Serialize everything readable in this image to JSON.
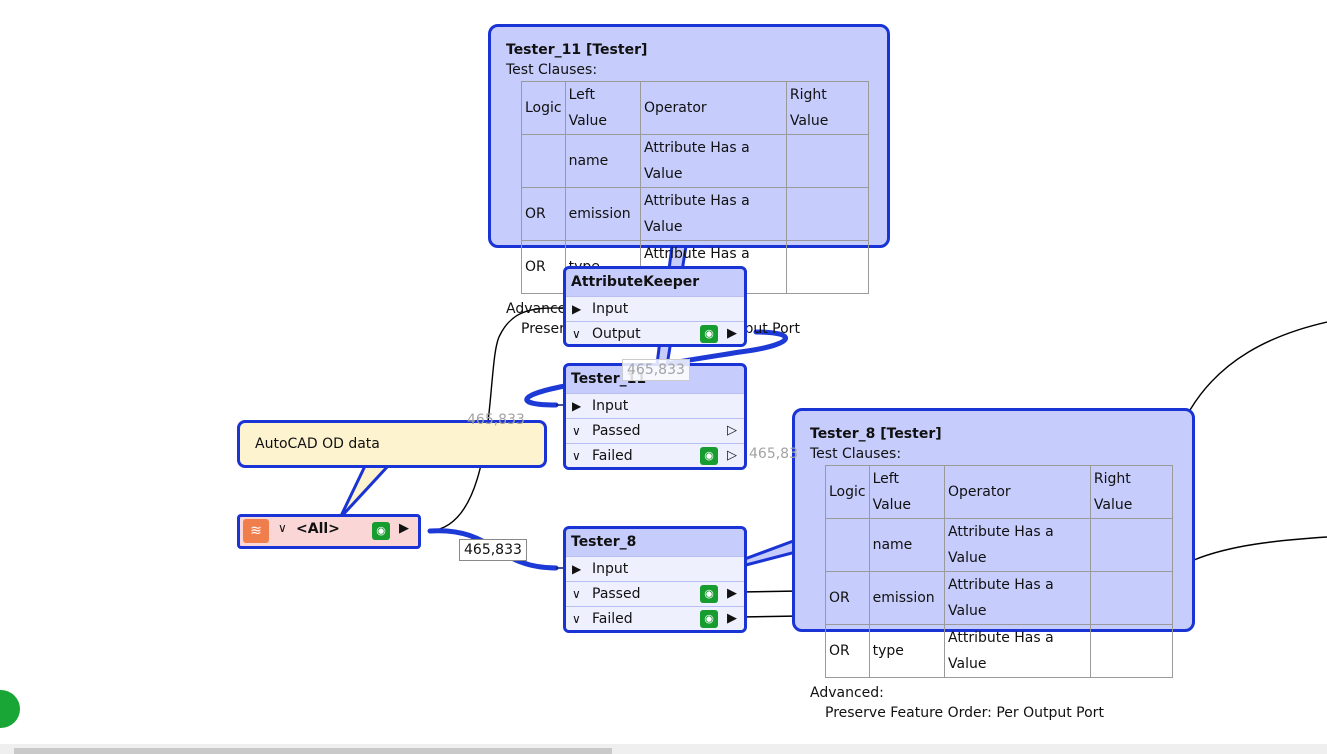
{
  "tester11_annotation": {
    "title": "Tester_11 [Tester]",
    "clauses_label": "Test Clauses:",
    "columns": [
      "Logic",
      "Left Value",
      "Operator",
      "Right Value"
    ],
    "rows": [
      [
        "",
        "name",
        "Attribute Has a Value",
        ""
      ],
      [
        "OR",
        "emission",
        "Attribute Has a Value",
        ""
      ],
      [
        "OR",
        "type",
        "Attribute Has a Value",
        ""
      ]
    ],
    "advanced_label": "Advanced:",
    "advanced_value": "Preserve Feature Order: Per Output Port"
  },
  "tester8_annotation": {
    "title": "Tester_8 [Tester]",
    "clauses_label": "Test Clauses:",
    "columns": [
      "Logic",
      "Left Value",
      "Operator",
      "Right Value"
    ],
    "rows": [
      [
        "",
        "name",
        "Attribute Has a Value",
        ""
      ],
      [
        "OR",
        "emission",
        "Attribute Has a Value",
        ""
      ],
      [
        "OR",
        "type",
        "Attribute Has a Value",
        ""
      ]
    ],
    "advanced_label": "Advanced:",
    "advanced_value": "Preserve Feature Order: Per Output Port"
  },
  "attributekeeper": {
    "title": "AttributeKeeper",
    "input_label": "Input",
    "output_label": "Output"
  },
  "tester11_node": {
    "title": "Tester_11",
    "input_label": "Input",
    "passed_label": "Passed",
    "failed_label": "Failed"
  },
  "tester8_node": {
    "title": "Tester_8",
    "input_label": "Input",
    "passed_label": "Passed",
    "failed_label": "Failed"
  },
  "reader": {
    "label": "<All>"
  },
  "note": {
    "text": "AutoCAD OD data"
  },
  "counts": {
    "keeper_out": "465,833",
    "reader_to_keeper": "465,833",
    "tester11_failed": "465,83",
    "reader_out": "465,833"
  },
  "icons": {
    "eye": "eye-icon",
    "chevron": "chevron-down-icon",
    "port_filled": "filled-arrow-icon",
    "port_open": "open-arrow-icon",
    "layers": "layers-icon"
  },
  "colors": {
    "node_fill": "#c6ccfb",
    "node_border": "#1a33d4",
    "reader_fill": "#fbd6d6",
    "note_fill": "#fdf3cf",
    "eye_green": "#169c2f"
  }
}
